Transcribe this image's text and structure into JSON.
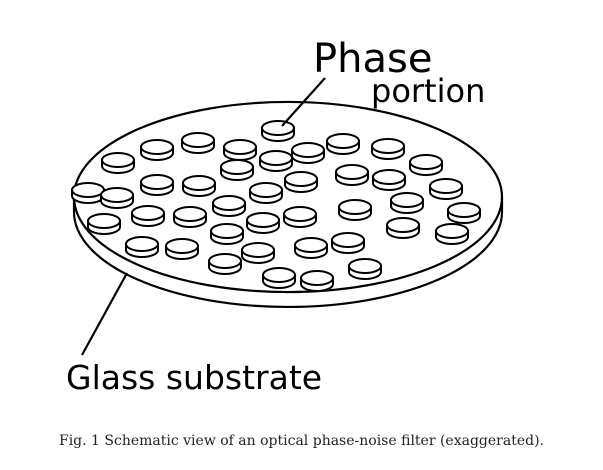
{
  "diagram": {
    "labels": {
      "phase_line1": "Phase",
      "phase_line2": "portion",
      "substrate": "Glass substrate"
    },
    "caption": "Fig. 1 Schematic view of an optical phase-noise filter (exaggerated).",
    "colors": {
      "ink": "#000000",
      "background": "#ffffff",
      "caption": "#222222"
    }
  }
}
